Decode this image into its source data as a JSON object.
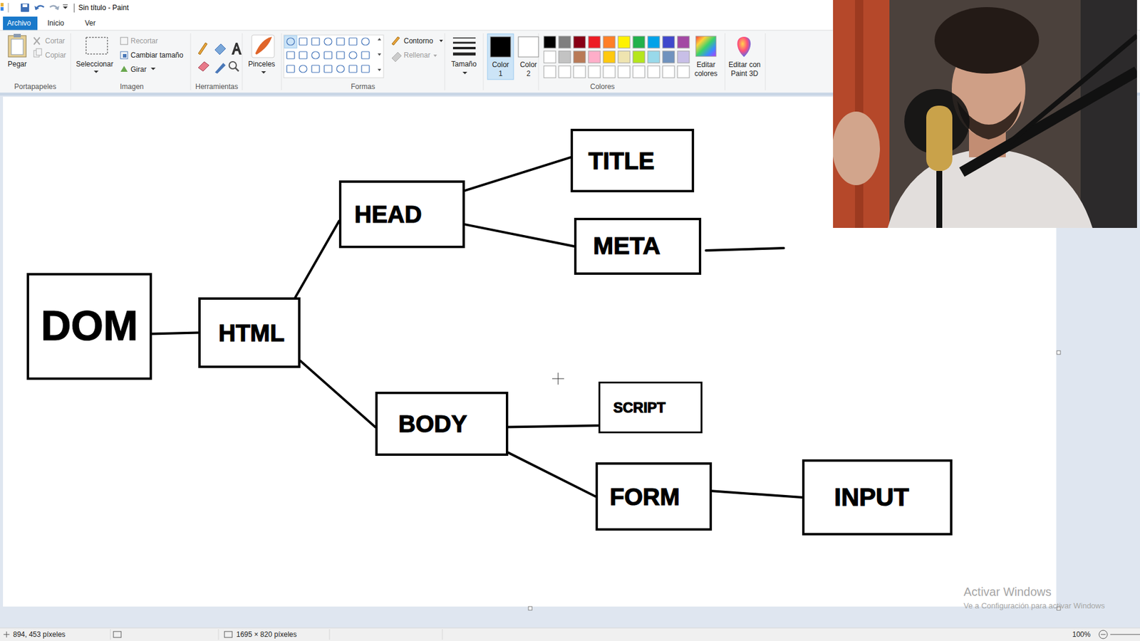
{
  "diagram": {
    "nodes": [
      {
        "text": [
          "DOM"
        ]
      },
      {
        "text": [
          "HTML"
        ]
      },
      {
        "text": [
          "HEAD"
        ]
      },
      {
        "text": [
          "TITLE"
        ]
      },
      {
        "text": [
          "META"
        ]
      },
      {
        "text": [
          "BODY"
        ]
      },
      {
        "text": [
          "SCRIPT"
        ]
      },
      {
        "text": [
          "FORM"
        ]
      },
      {
        "text": [
          "INPUT"
        ]
      }
    ],
    "edges": [
      {
        "from": 0,
        "to": 1,
        "arrow": "none"
      },
      {
        "from": 1,
        "to": 2,
        "arrow": "none"
      },
      {
        "from": 2,
        "to": 3,
        "arrow": "none"
      },
      {
        "from": 2,
        "to": 4,
        "arrow": "none"
      },
      {
        "from": 1,
        "to": 5,
        "arrow": "none"
      },
      {
        "from": 5,
        "to": 6,
        "arrow": "none"
      },
      {
        "from": 5,
        "to": 7,
        "arrow": "none"
      },
      {
        "from": 7,
        "to": 8,
        "arrow": "none"
      }
    ],
    "labels": [
      "Sin título - Paint",
      "Archivo",
      "Inicio",
      "Ver",
      "Pegar",
      "Cortar",
      "Copiar",
      "Seleccionar",
      "Recortar",
      "Cambiar tamaño",
      "Girar",
      "Portapapeles",
      "Imagen",
      "Herramientas",
      "Pinceles",
      "Contorno",
      "Rellenar",
      "Formas",
      "Tamaño",
      "Color 1",
      "Color 2",
      "Colores",
      "Editar colores",
      "Editar con Paint 3D",
      "894, 453 píxeles",
      "1695 × 820 píxeles",
      "100%",
      "Activar Windows",
      "Ve a Configuración para activar Windows"
    ]
  }
}
